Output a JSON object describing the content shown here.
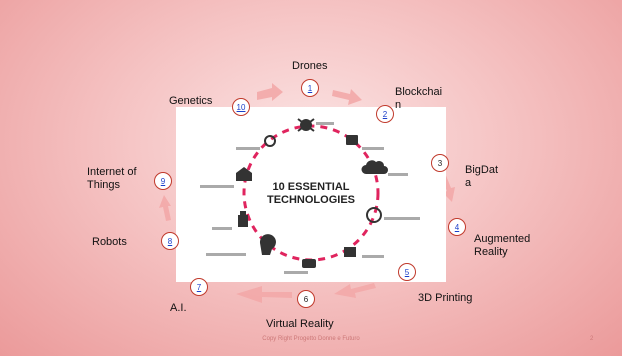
{
  "slide": {
    "center_title_line1": "10 ESSENTIAL",
    "center_title_line2": "TECHNOLOGIES",
    "footer": "Copy Right Progetto Donne e Futuro",
    "page_number": "2"
  },
  "nodes": [
    {
      "number": "1",
      "label": "Drones"
    },
    {
      "number": "2",
      "label_line1": "Blockchai",
      "label_line2": "n"
    },
    {
      "number": "3",
      "label_line1": "BigDat",
      "label_line2": "a"
    },
    {
      "number": "4",
      "label_line1": "Augmented",
      "label_line2": "Reality"
    },
    {
      "number": "5",
      "label": "3D Printing"
    },
    {
      "number": "6",
      "label": "Virtual Reality"
    },
    {
      "number": "7",
      "label": "A.I."
    },
    {
      "number": "8",
      "label": "Robots"
    },
    {
      "number": "9",
      "label_line1": "Internet of",
      "label_line2": "Things"
    },
    {
      "number": "10",
      "label": "Genetics"
    }
  ],
  "colors": {
    "arrow": "#f3a9a9",
    "ring": "#e0245e",
    "badge_border": "#c0392b"
  }
}
